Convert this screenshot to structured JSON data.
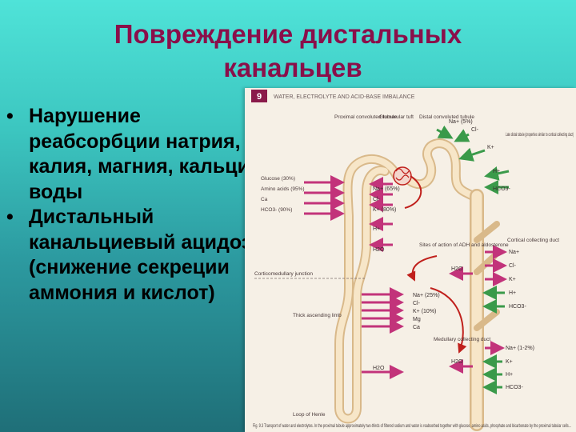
{
  "slide": {
    "title_line1": "Повреждение дистальных",
    "title_line2": "канальцев",
    "bullets": [
      {
        "marker": "•",
        "text": "Нарушение реабсорбции натрия, калия, магния, кальция, воды"
      },
      {
        "marker": "•",
        "text": "Дистальный канальциевый ацидоз (снижение секреции аммония и кислот)"
      }
    ],
    "colors": {
      "title": "#8a0f4a",
      "text": "#000000",
      "bg_top": "#4fe3d8",
      "bg_bottom": "#1f6f78"
    }
  },
  "figure": {
    "chapter_number": "9",
    "header": "WATER, ELECTROLYTE AND ACID-BASE IMBALANCE",
    "labels": {
      "proximal": "Proximal convoluted tubule",
      "glomerular": "Glomerular tuft",
      "distal": "Distal convoluted tubule",
      "late_distal": "Late distal tubule (properties similar to cortical collecting duct)",
      "corticomedullary": "Corticomedullary junction",
      "thick": "Thick ascending limb",
      "sites": "Sites of action of ADH and aldosterone",
      "cortical_cd": "Cortical collecting duct",
      "medullary_cd": "Medullary collecting duct",
      "loop": "Loop of Henle"
    },
    "left_ions": [
      "Glucose (30%)",
      "Amino acids (95%)",
      "Ca",
      "HCO3- (90%)"
    ],
    "proximal_ions": [
      "Na+ (65%)",
      "Cl-",
      "K+ (80%)",
      "H+",
      "H2O"
    ],
    "thick_ions": [
      "Na+ (25%)",
      "Cl-",
      "K+ (10%)",
      "Mg",
      "Ca"
    ],
    "distal_ions": [
      "Na+ (5%)",
      "Cl-",
      "K+"
    ],
    "right_upper_ions": [
      "H+",
      "HCO3-"
    ],
    "right_cortical_ions": [
      "Na+",
      "Cl-",
      "K+",
      "H+",
      "HCO3-"
    ],
    "right_lower_ions": [
      "Na+ (1-2%)",
      "K+",
      "H+",
      "HCO3-"
    ],
    "water_labels": [
      "H2O",
      "H2O",
      "H2O"
    ],
    "caption": "Fig. 9.3 Transport of water and electrolytes. In the proximal tubule approximately two-thirds of filtered sodium and water is reabsorbed together with glucose, amino acids, phosphate and bicarbonate by the proximal tubular cells..."
  }
}
